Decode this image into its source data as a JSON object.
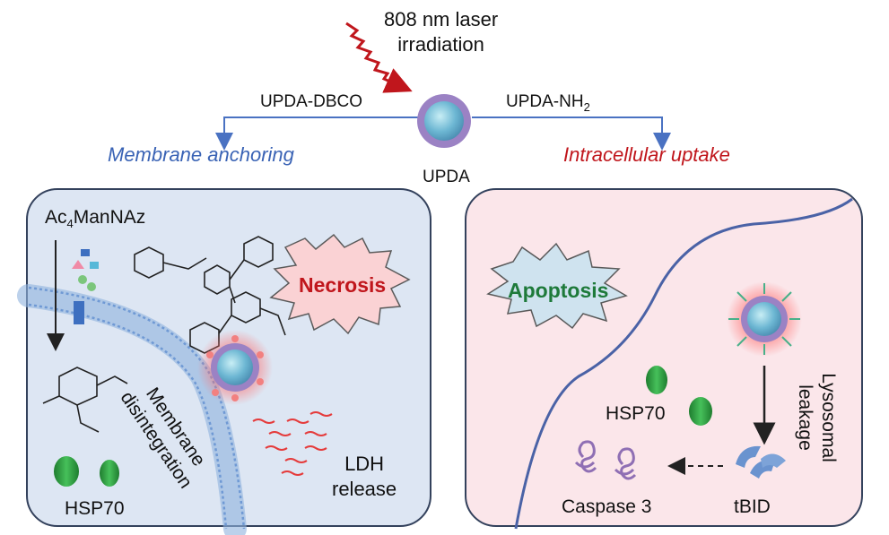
{
  "laser": {
    "line1": "808 nm laser",
    "line2": "irradiation"
  },
  "center_particle": {
    "label": "UPDA"
  },
  "left_branch": {
    "reagent": "UPDA-DBCO",
    "outcome": "Membrane anchoring"
  },
  "right_branch": {
    "reagent_prefix": "UPDA-NH",
    "reagent_subscript": "2",
    "outcome": "Intracellular uptake"
  },
  "left_panel": {
    "sugar_prefix": "Ac",
    "sugar_subscript": "4",
    "sugar_suffix": "ManNAz",
    "necrosis": "Necrosis",
    "membrane_line1": "Membrane",
    "membrane_line2": "disintegration",
    "ldh_line1": "LDH",
    "ldh_line2": "release",
    "hsp": "HSP70"
  },
  "right_panel": {
    "apoptosis": "Apoptosis",
    "hsp": "HSP70",
    "lyso_line1": "Lysosomal",
    "lyso_line2": "leakage",
    "caspase": "Caspase 3",
    "tbid": "tBID"
  },
  "colors": {
    "left_panel_bg": "#dde6f3",
    "right_panel_bg": "#fbe6ea",
    "accent_blue": "#3a63b5",
    "accent_red": "#c0161c",
    "necrosis_text": "#c0161c",
    "apoptosis_text": "#1e7a3a",
    "hsp_green": "#2a9a3a"
  }
}
